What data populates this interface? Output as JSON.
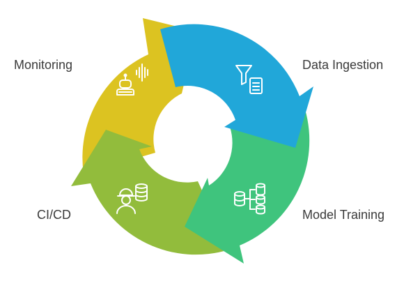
{
  "stages": [
    {
      "label": "Data Ingestion",
      "color": "#21a7d9",
      "icon": "filter-document-icon"
    },
    {
      "label": "Model Training",
      "color": "#3fc47d",
      "icon": "database-hierarchy-icon"
    },
    {
      "label": "CI/CD",
      "color": "#92bc3c",
      "icon": "engineer-database-icon"
    },
    {
      "label": "Monitoring",
      "color": "#dcc321",
      "icon": "robot-audio-wave-icon"
    }
  ],
  "icon_color": "#ffffff"
}
